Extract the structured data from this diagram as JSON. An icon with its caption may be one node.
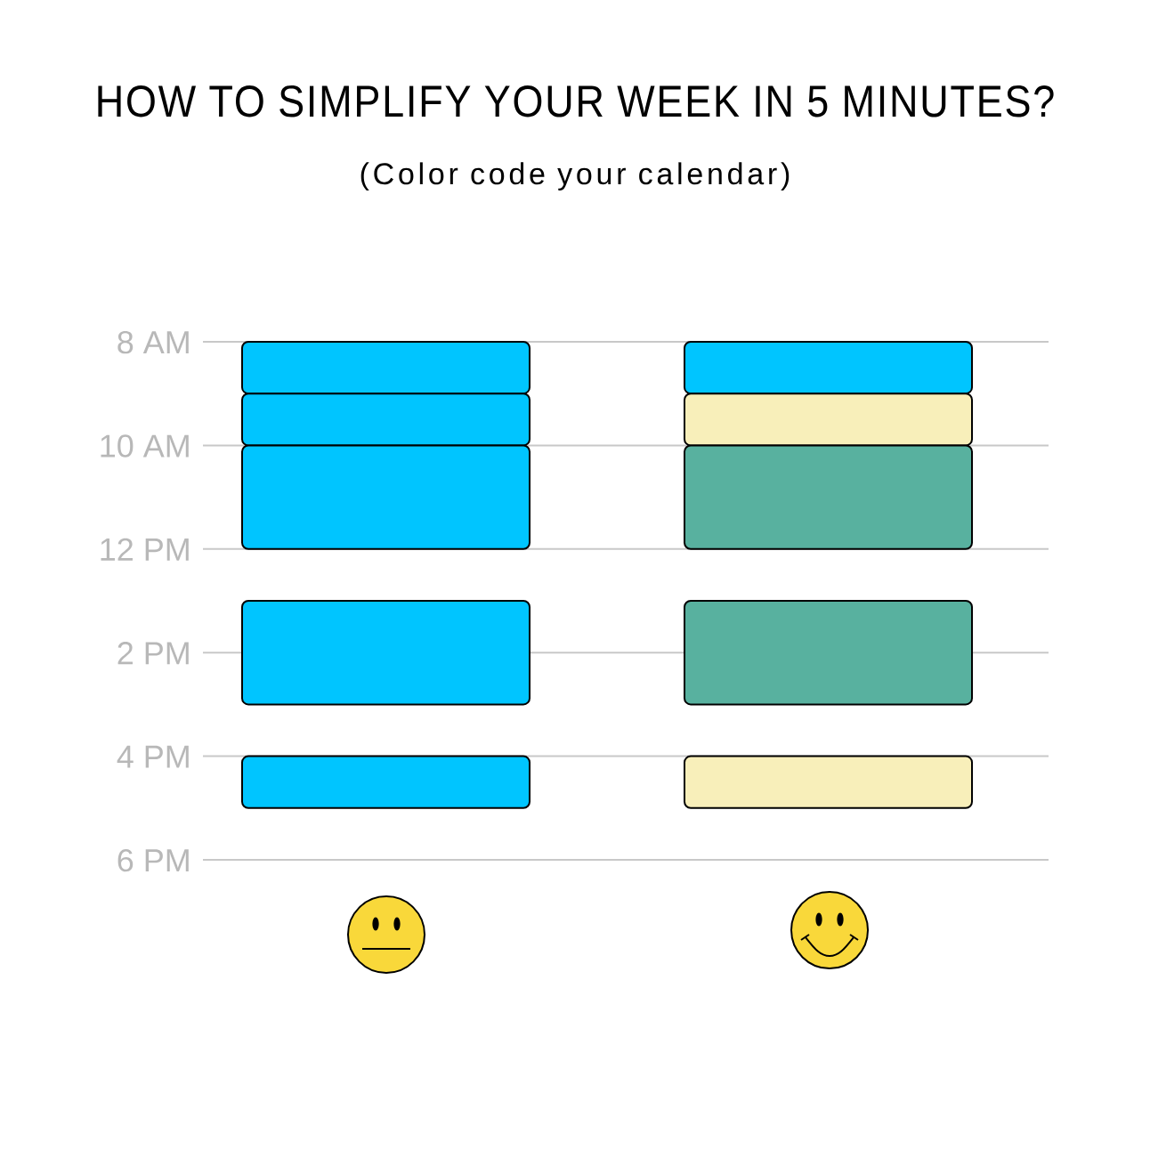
{
  "diagram": {
    "title": "HOW TO SIMPLIFY YOUR WEEK IN 5 MINUTES?",
    "nodes": [
      {
        "text": [],
        "shape": "box"
      },
      {
        "text": [],
        "shape": "box"
      },
      {
        "text": [],
        "shape": "box"
      },
      {
        "text": [],
        "shape": "box"
      },
      {
        "text": [],
        "shape": "box"
      },
      {
        "text": [],
        "shape": "box"
      },
      {
        "text": [],
        "shape": "box"
      },
      {
        "text": [],
        "shape": "box"
      },
      {
        "text": [],
        "shape": "box"
      },
      {
        "text": [],
        "shape": "box"
      },
      {
        "text": [],
        "shape": "picture"
      },
      {
        "text": [],
        "shape": "picture"
      }
    ],
    "labels": [
      "(Color code your calendar)",
      "8 AM",
      "10 AM",
      "12 PM",
      "2 PM",
      "4 PM",
      "6 PM"
    ]
  }
}
